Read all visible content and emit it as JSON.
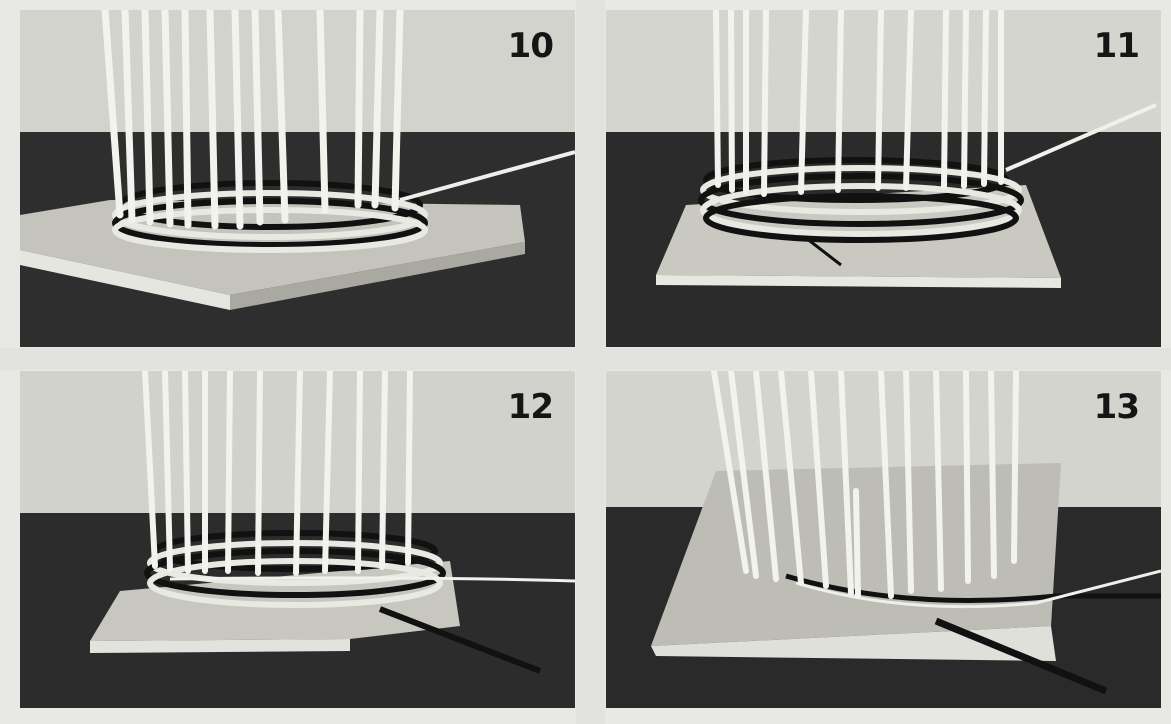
{
  "plate": {
    "panels": [
      {
        "id": "p10",
        "label": "10"
      },
      {
        "id": "p11",
        "label": "11"
      },
      {
        "id": "p12",
        "label": "12"
      },
      {
        "id": "p13",
        "label": "13"
      }
    ]
  },
  "colors": {
    "wall": "#cfcfca",
    "table": "#2b2b2b",
    "board": "#bdbdb6",
    "board_edge": "#e4e4de",
    "stake": "#f2f2ee",
    "weave_dark": "#151515"
  }
}
